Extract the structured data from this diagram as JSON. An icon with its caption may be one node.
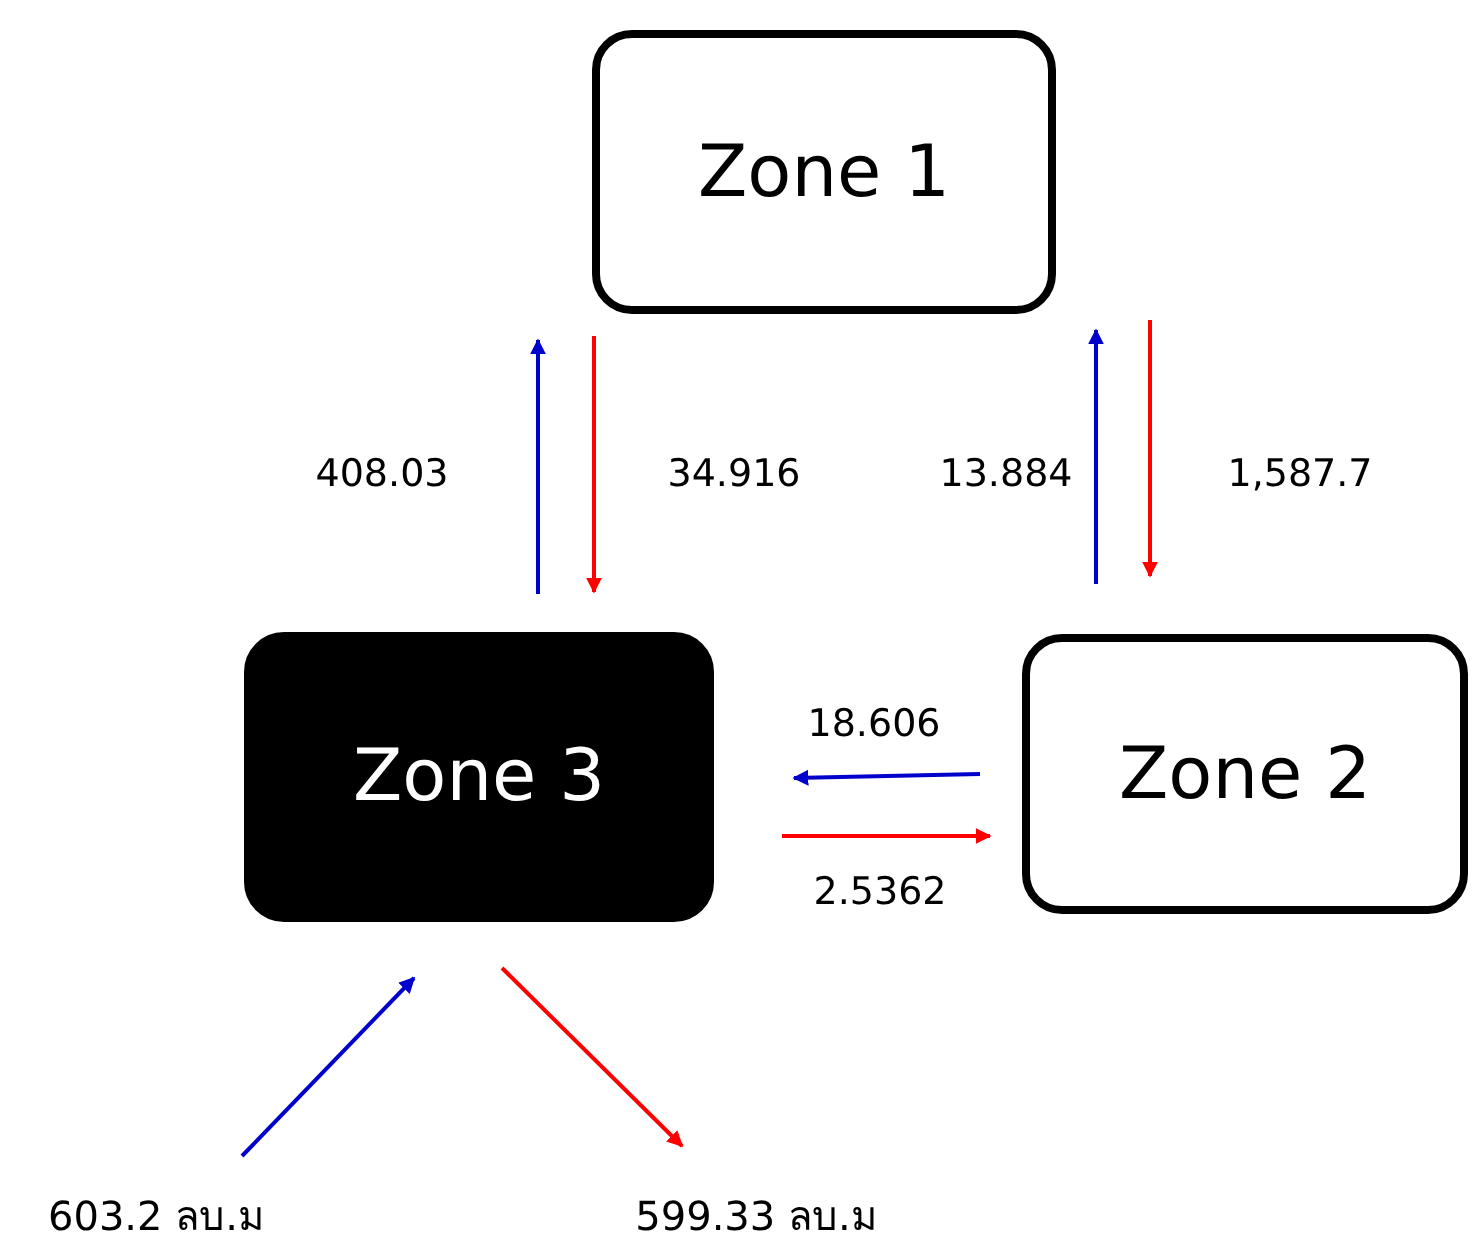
{
  "diagram": {
    "nodes": [
      {
        "text": [
          "Zone 1"
        ]
      },
      {
        "text": [
          "Zone 3"
        ]
      },
      {
        "text": [
          "Zone 2"
        ]
      },
      {
        "text": [
          "603.2 ลบ.ม"
        ]
      },
      {
        "text": [
          "599.33 ลบ.ม"
        ]
      }
    ],
    "edges": [
      {
        "from": 1,
        "to": 0,
        "arrow": "to",
        "label": "408.03",
        "color": "#0000cc"
      },
      {
        "from": 0,
        "to": 1,
        "arrow": "to",
        "label": "34.916",
        "color": "#ff0000"
      },
      {
        "from": 2,
        "to": 0,
        "arrow": "to",
        "label": "13.884",
        "color": "#0000cc"
      },
      {
        "from": 0,
        "to": 2,
        "arrow": "to",
        "label": "1,587.7",
        "color": "#ff0000"
      },
      {
        "from": 2,
        "to": 1,
        "arrow": "to",
        "label": "18.606",
        "color": "#0000cc"
      },
      {
        "from": 1,
        "to": 2,
        "arrow": "to",
        "label": "2.5362",
        "color": "#ff0000"
      },
      {
        "from": 3,
        "to": 1,
        "arrow": "to",
        "color": "#0000cc"
      },
      {
        "from": 1,
        "to": 4,
        "arrow": "to",
        "color": "#ff0000"
      }
    ]
  }
}
